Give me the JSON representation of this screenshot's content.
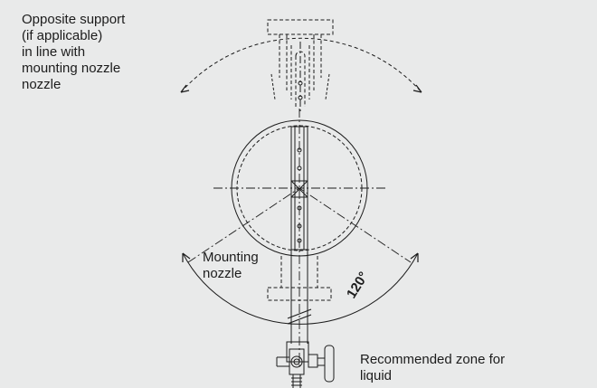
{
  "labels": {
    "opposite_support": [
      "Opposite support",
      "(if applicable)",
      "in line with",
      "mounting nozzle",
      "nozzle"
    ],
    "mounting_nozzle": [
      "Mounting",
      "nozzle"
    ],
    "recommended_zone": [
      "Recommended zone for",
      "liquid"
    ],
    "angle": "120°"
  },
  "colors": {
    "background": "#e9eaea",
    "ink": "#1c1c1c"
  }
}
